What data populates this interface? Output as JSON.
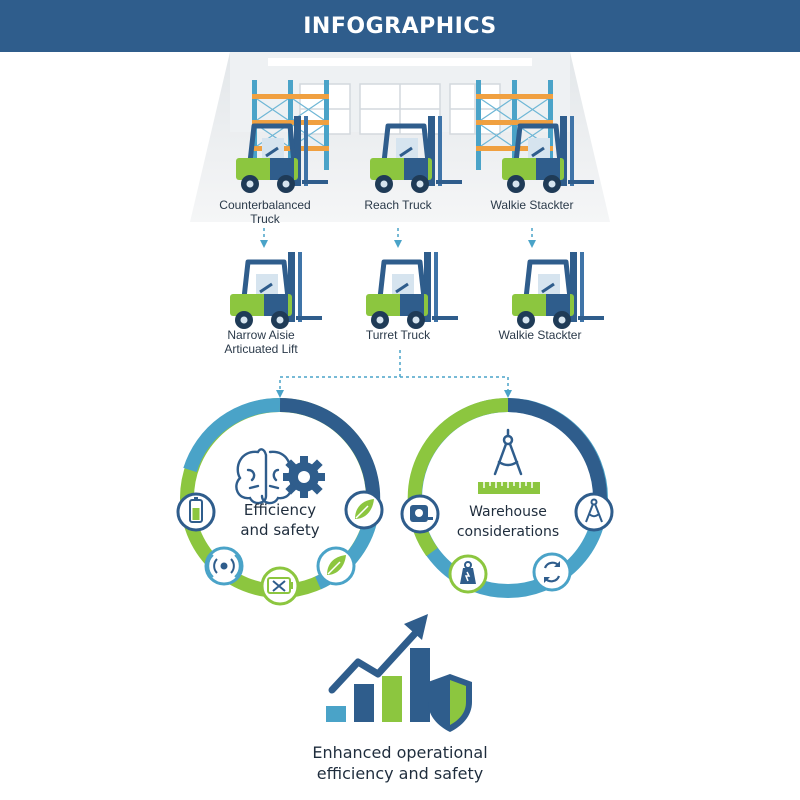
{
  "header": {
    "title": "INFOGRAPHICS"
  },
  "colors": {
    "header": "#2f5d8c",
    "navy": "#2f5d8c",
    "green": "#8cc63f",
    "teal": "#4aa3c8"
  },
  "top_trucks": [
    {
      "line1": "Counterbalanced",
      "line2": "Truck",
      "icon": "forklift-icon"
    },
    {
      "line1": "Reach Truck",
      "line2": "",
      "icon": "forklift-icon"
    },
    {
      "line1": "Walkie Stackter",
      "line2": "",
      "icon": "forklift-icon"
    }
  ],
  "mid_trucks": [
    {
      "line1": "Narrow Aisie",
      "line2": "Articuated Lift",
      "icon": "forklift-icon"
    },
    {
      "line1": "Turret Truck",
      "line2": "",
      "icon": "forklift-icon"
    },
    {
      "line1": "Walkie Stackter",
      "line2": "",
      "icon": "forklift-icon"
    }
  ],
  "cycles": [
    {
      "line1": "Efficiency",
      "line2": "and safety",
      "center_icons": [
        "brain-icon",
        "gear-icon"
      ],
      "satellites": [
        "battery-icon",
        "leaf-icon",
        "leaf-icon",
        "battery-alert-icon",
        "sensor-icon"
      ]
    },
    {
      "line1": "Warehouse",
      "line2": "considerations",
      "center_icons": [
        "compass-icon",
        "ruler-icon"
      ],
      "satellites": [
        "tape-measure-icon",
        "compass-icon",
        "refresh-icon",
        "weight-icon"
      ]
    }
  ],
  "outcome": {
    "line1": "Enhanced operational",
    "line2": "efficiency and safety",
    "icons": [
      "bar-chart-icon",
      "trend-arrow-icon",
      "shield-icon"
    ]
  }
}
